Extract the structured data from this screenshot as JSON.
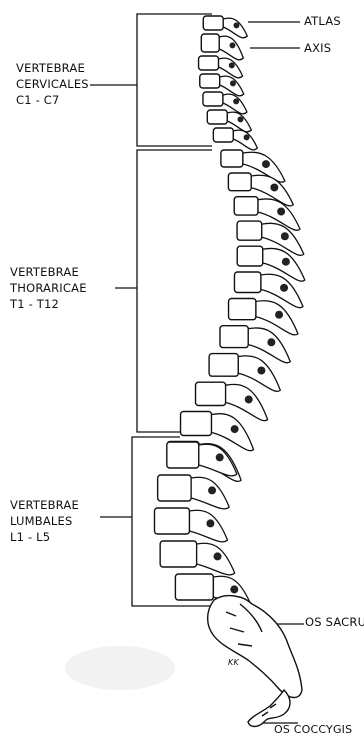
{
  "labels": {
    "atlas": "ATLAS",
    "axis": "AXIS",
    "cervical": [
      "VERTEBRAE",
      "CERVICALES",
      "C1 - C7"
    ],
    "thoracic": [
      "VERTEBRAE",
      "THORARICAE",
      "T1 - T12"
    ],
    "lumbar": [
      "VERTEBRAE",
      "LUMBALES",
      "L1 - L5"
    ],
    "sacrum": "OS SACRUM",
    "coccyx": "OS COCCYGIS",
    "artist_mark": "KK"
  },
  "colors": {
    "ink": "#111111",
    "paper": "#ffffff"
  }
}
